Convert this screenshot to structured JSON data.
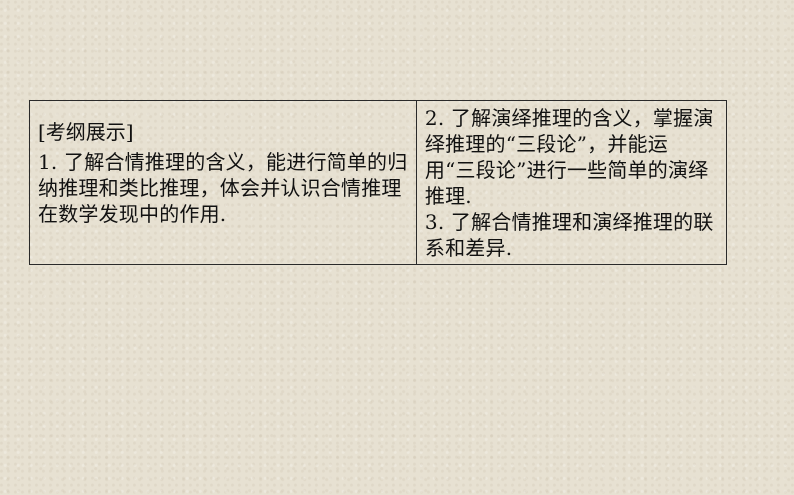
{
  "outline": {
    "heading": "[考纲展示]",
    "left_item": "1. 了解合情推理的含义，能进行简单的归纳推理和类比推理，体会并认识合情推理在数学发现中的作用.",
    "right_item_2": "2. 了解演绎推理的含义，掌握演绎推理的“三段论”，并能运用“三段论”进行一些简单的演绎推理.",
    "right_item_3": "3. 了解合情推理和演绎推理的联系和差异."
  }
}
